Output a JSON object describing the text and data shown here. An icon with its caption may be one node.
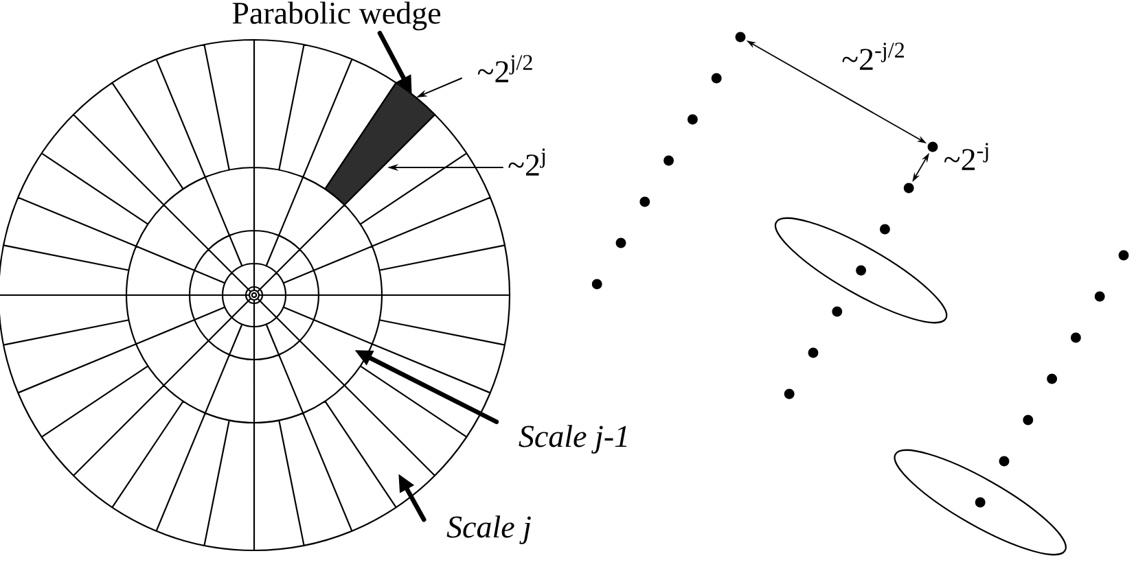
{
  "diagram": {
    "nodes": [
      {
        "text": [
          "Parabolic wedge"
        ]
      },
      {
        "text": [],
        "shape": "wedge"
      },
      {
        "text": [
          "Scale j-1"
        ]
      },
      {
        "text": [
          "Scale j"
        ]
      }
    ],
    "edges": [
      {
        "from": 0,
        "to": 1,
        "arrow": "to"
      },
      {
        "from": 2,
        "to": null,
        "arrow": "to"
      },
      {
        "from": 3,
        "to": null,
        "arrow": "to"
      }
    ],
    "labels": [
      "~2$^{j/2}$",
      "~2$^{j}$",
      "~2$^{-j/2}$",
      "~2$^{-j}$"
    ]
  }
}
